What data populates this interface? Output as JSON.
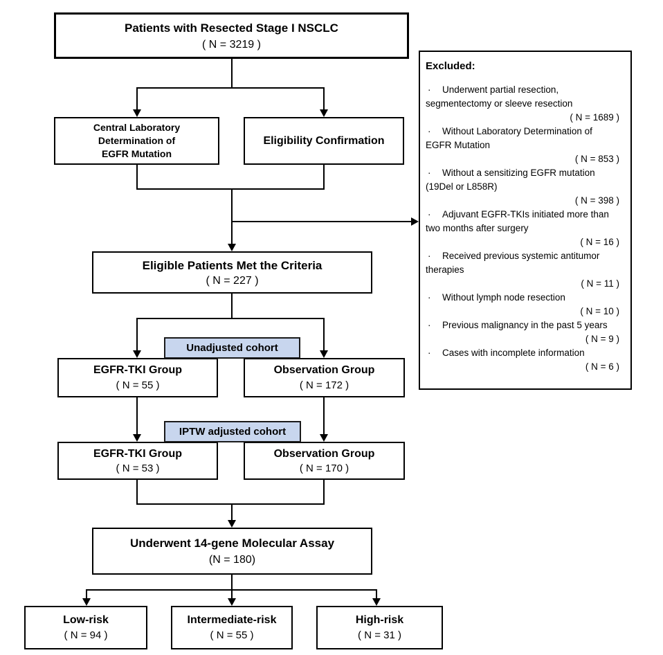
{
  "diagram": {
    "top_box": {
      "title": "Patients with Resected Stage I NSCLC",
      "n": "( N = 3219 )"
    },
    "central_lab_box": {
      "line1": "Central Laboratory",
      "line2": "Determination of",
      "line3": "EGFR Mutation"
    },
    "eligibility_box": {
      "title": "Eligibility Confirmation"
    },
    "eligible_box": {
      "title": "Eligible Patients Met the Criteria",
      "n": "( N = 227 )"
    },
    "cohort_labels": {
      "unadjusted": "Unadjusted cohort",
      "iptw": "IPTW adjusted cohort"
    },
    "tki_unadjusted_box": {
      "title": "EGFR-TKI Group",
      "n": "( N = 55 )"
    },
    "obs_unadjusted_box": {
      "title": "Observation Group",
      "n": "( N = 172 )"
    },
    "tki_iptw_box": {
      "title": "EGFR-TKI Group",
      "n": "( N = 53 )"
    },
    "obs_iptw_box": {
      "title": "Observation Group",
      "n": "( N = 170 )"
    },
    "assay_box": {
      "title": "Underwent 14-gene Molecular Assay",
      "n": "(N = 180)"
    },
    "low_risk_box": {
      "title": "Low-risk",
      "n": "( N = 94 )"
    },
    "intermediate_risk_box": {
      "title": "Intermediate-risk",
      "n": "( N = 55 )"
    },
    "high_risk_box": {
      "title": "High-risk",
      "n": "( N = 31 )"
    }
  },
  "excluded": {
    "title": "Excluded:",
    "bullet": "·",
    "items": [
      {
        "line1": "Underwent partial resection,",
        "line2": "segmentectomy or sleeve resection",
        "n": "( N = 1689 )"
      },
      {
        "line1": "Without Laboratory Determination of",
        "line2": "EGFR Mutation",
        "n": "( N = 853 )"
      },
      {
        "line1": "Without a sensitizing EGFR mutation",
        "line2": "(19Del or L858R)",
        "n": "( N = 398 )"
      },
      {
        "line1": "Adjuvant EGFR-TKIs initiated more than",
        "line2": "two months after surgery",
        "n": "( N = 16 )"
      },
      {
        "line1": "Received previous systemic antitumor",
        "line2": "therapies",
        "n": "( N = 11 )"
      },
      {
        "line1": "Without lymph node resection",
        "n": "( N = 10 )"
      },
      {
        "line1": "Previous malignancy in the past 5 years",
        "n": "( N = 9 )"
      },
      {
        "line1": "Cases with incomplete information",
        "n": "( N = 6 )"
      }
    ]
  },
  "colors": {
    "cohort_label_bg": "#c8d6ee",
    "line": "#000000",
    "box_border": "#000000",
    "background": "#ffffff"
  }
}
